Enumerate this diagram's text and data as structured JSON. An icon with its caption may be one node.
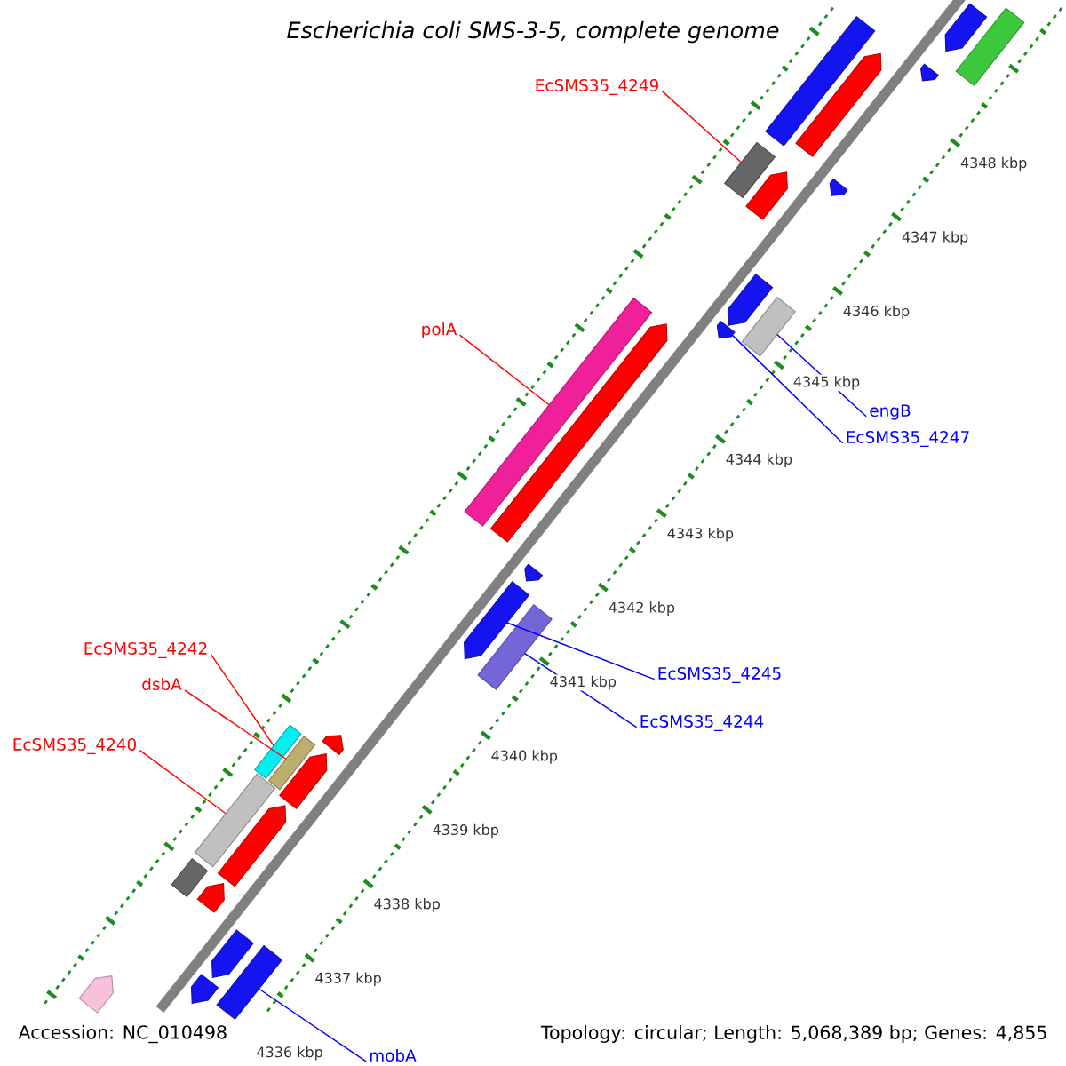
{
  "diagram": {
    "title": "Escherichia coli SMS-3-5, complete genome",
    "nodes": [
      {
        "text": [
          "EcSMS35_4249"
        ]
      },
      {
        "text": [
          "polA"
        ]
      },
      {
        "text": [
          "engB"
        ]
      },
      {
        "text": [
          "EcSMS35_4247"
        ]
      },
      {
        "text": [
          "EcSMS35_4242"
        ]
      },
      {
        "text": [
          "EcSMS35_4245"
        ]
      },
      {
        "text": [
          "dsbA"
        ]
      },
      {
        "text": [
          "EcSMS35_4244"
        ]
      },
      {
        "text": [
          "EcSMS35_4240"
        ]
      },
      {
        "text": [
          "mobA"
        ]
      },
      {
        "text": [],
        "shape": "arrow"
      },
      {
        "text": [],
        "shape": "bar"
      },
      {
        "text": [],
        "shape": "bar"
      },
      {
        "text": [],
        "shape": "arrow"
      },
      {
        "text": [],
        "shape": "arrow"
      },
      {
        "text": [],
        "shape": "arrow"
      },
      {
        "text": [],
        "shape": "bar"
      },
      {
        "text": [],
        "shape": "arrow"
      },
      {
        "text": [],
        "shape": "arrow"
      },
      {
        "text": [],
        "shape": "bar"
      },
      {
        "text": [],
        "shape": "arrow"
      },
      {
        "text": [],
        "shape": "bar"
      },
      {
        "text": [],
        "shape": "arrow"
      },
      {
        "text": [],
        "shape": "arrow"
      },
      {
        "text": [],
        "shape": "arrow"
      },
      {
        "text": [],
        "shape": "bar"
      },
      {
        "text": [],
        "shape": "arrow"
      },
      {
        "text": [],
        "shape": "bar"
      },
      {
        "text": [],
        "shape": "bar"
      },
      {
        "text": [],
        "shape": "arrow"
      },
      {
        "text": [],
        "shape": "bar"
      },
      {
        "text": [],
        "shape": "arrow"
      },
      {
        "text": [],
        "shape": "bar"
      },
      {
        "text": [],
        "shape": "arrow"
      },
      {
        "text": [],
        "shape": "arrow"
      },
      {
        "text": [],
        "shape": "bar"
      },
      {
        "text": [],
        "shape": "arrow"
      },
      {
        "text": [],
        "shape": "arrow"
      }
    ],
    "edges": [
      {
        "from": 0,
        "to": 16,
        "arrow": "none",
        "color": "#ff0000"
      },
      {
        "from": 1,
        "to": 21,
        "arrow": "none",
        "color": "#ff0000"
      },
      {
        "from": 2,
        "to": 19,
        "arrow": "none",
        "color": "#0000ff"
      },
      {
        "from": 3,
        "to": 20,
        "arrow": "none",
        "color": "#0000ff"
      },
      {
        "from": 4,
        "to": 27,
        "arrow": "none",
        "color": "#ff0000"
      },
      {
        "from": 5,
        "to": 24,
        "arrow": "none",
        "color": "#0000ff"
      },
      {
        "from": 6,
        "to": 28,
        "arrow": "none",
        "color": "#ff0000"
      },
      {
        "from": 7,
        "to": 25,
        "arrow": "none",
        "color": "#0000ff"
      },
      {
        "from": 8,
        "to": 30,
        "arrow": "none",
        "color": "#ff0000"
      },
      {
        "from": 9,
        "to": 35,
        "arrow": "none",
        "color": "#0000ff"
      }
    ],
    "labels": [
      "4348 kbp",
      "4347 kbp",
      "4346 kbp",
      "4345 kbp",
      "4344 kbp",
      "4343 kbp",
      "4342 kbp",
      "4341 kbp",
      "4340 kbp",
      "4339 kbp",
      "4338 kbp",
      "4337 kbp",
      "4336 kbp",
      "Accession: NC_010498",
      "Topology: circular; Length: 5,068,389 bp; Genes: 4,855"
    ]
  }
}
